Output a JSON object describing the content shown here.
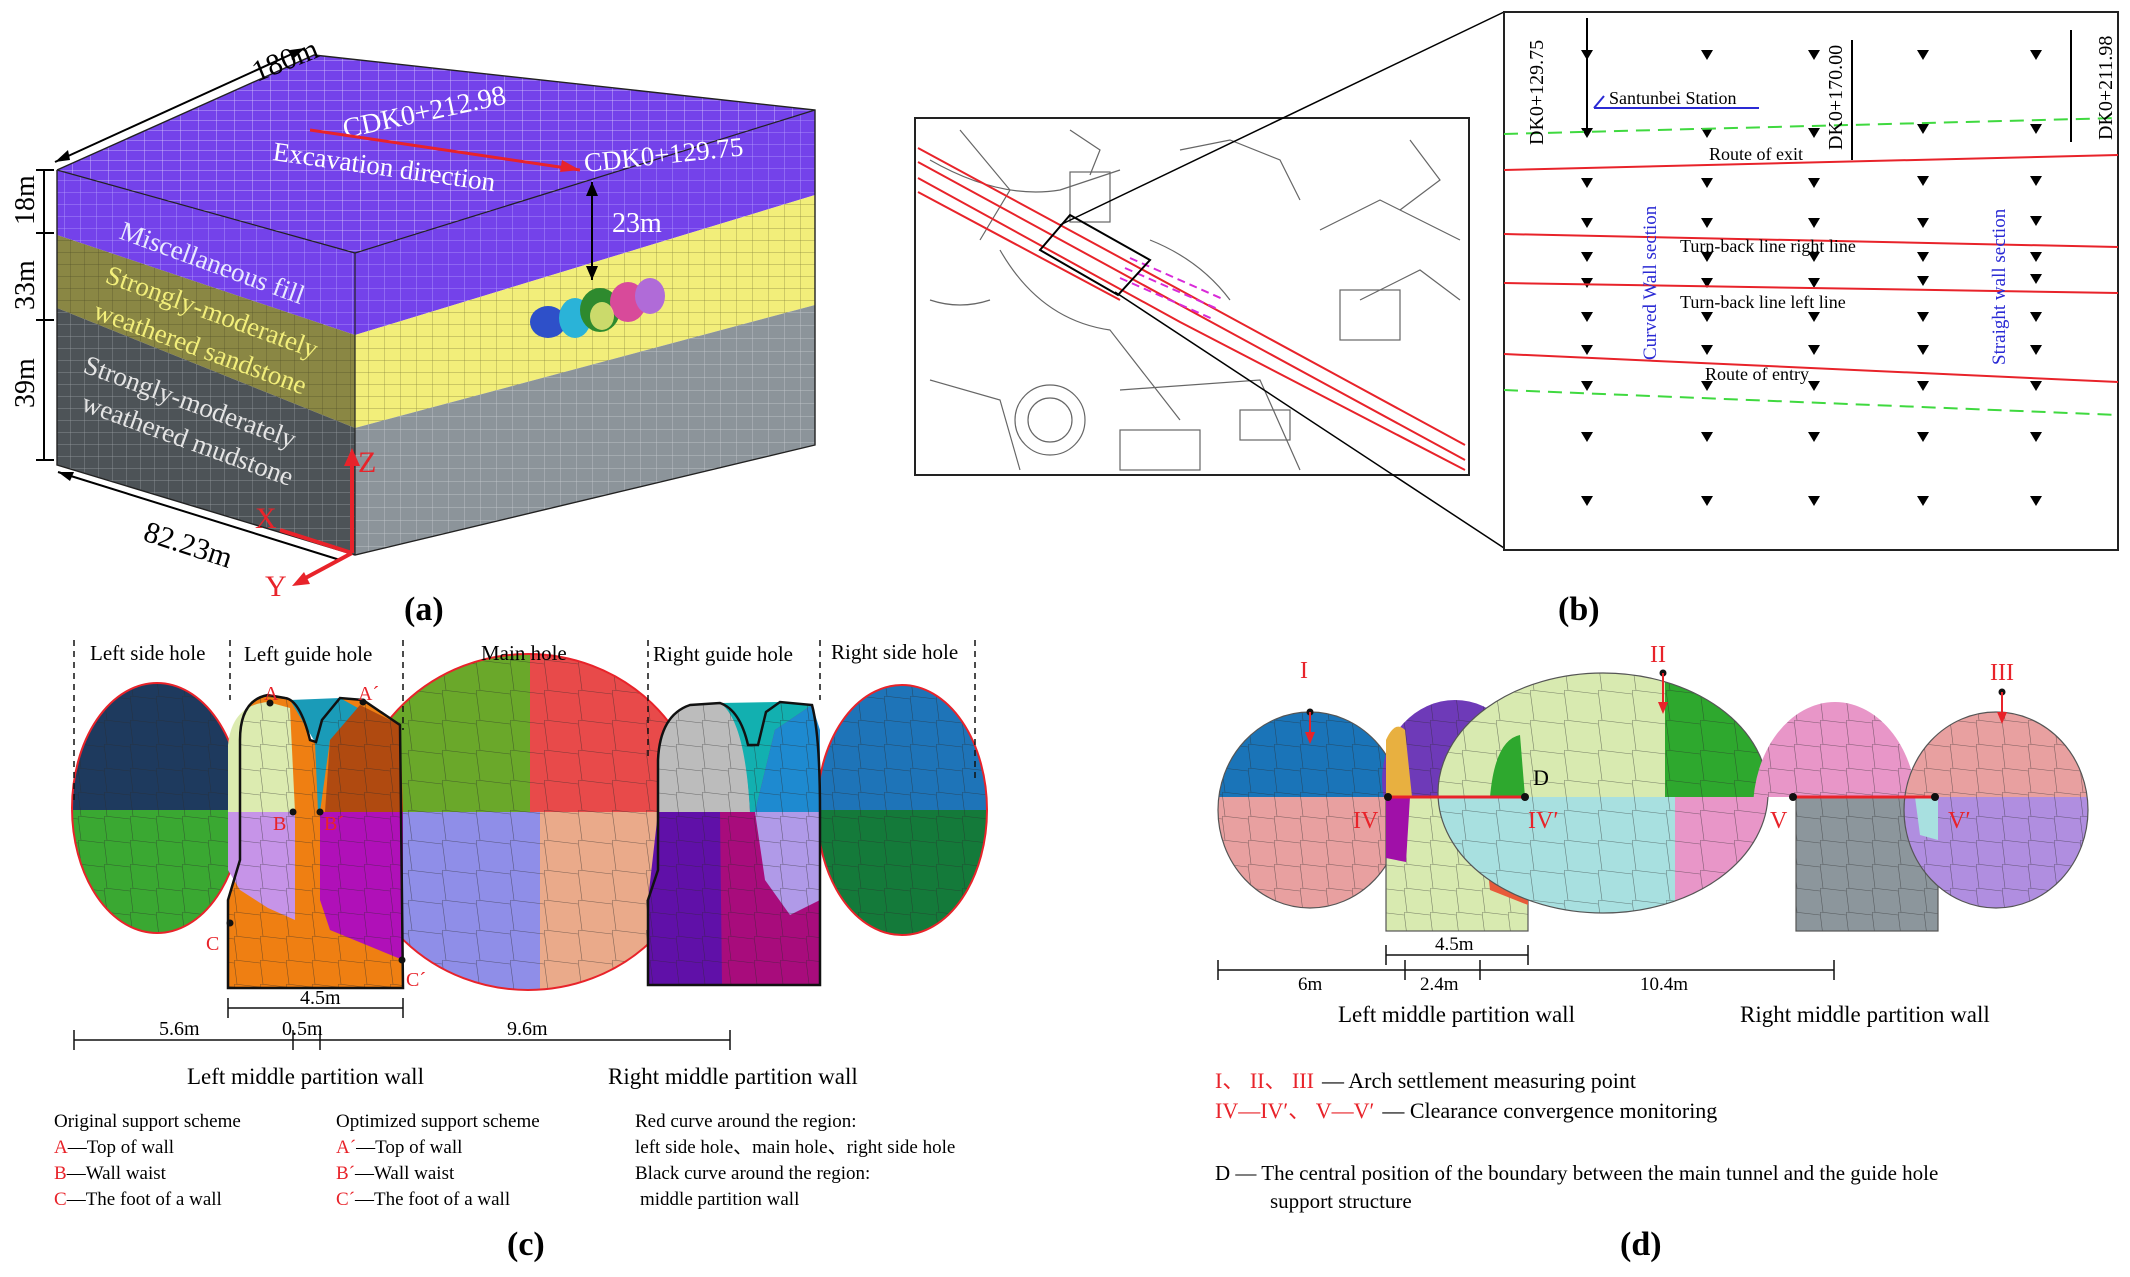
{
  "panel_a": {
    "caption": "(a)",
    "dims": {
      "length": "180m",
      "width": "82.23m",
      "h1": "18m",
      "h2": "33m",
      "h3": "39m",
      "depth": "23m"
    },
    "labels": {
      "cdk_end": "CDK0+212.98",
      "cdk_start": "CDK0+129.75",
      "excavation": "Excavation direction"
    },
    "layers": {
      "fill": "Miscellaneous fill",
      "sand1": "Strongly-moderately",
      "sand2": "weathered sandstone",
      "mud1": "Strongly-moderately",
      "mud2": "weathered mudstone"
    },
    "axes": {
      "x": "X",
      "y": "Y",
      "z": "Z"
    }
  },
  "panel_b": {
    "caption": "(b)",
    "markers": {
      "m1": "DK0+129.75",
      "m2": "DK0+170.00",
      "m3": "DK0+211.98"
    },
    "station": "Santunbei Station",
    "routes": {
      "exit": "Route of exit",
      "right": "Turn-back line right line",
      "left": "Turn-back line left line",
      "entry": "Route of entry"
    },
    "sections": {
      "curved": "Curved Wall section",
      "straight": "Straight wall section"
    }
  },
  "panel_c": {
    "caption": "(c)",
    "holes": {
      "left_side": "Left side hole",
      "left_guide": "Left guide hole",
      "main": "Main hole",
      "right_guide": "Right guide hole",
      "right_side": "Right side hole"
    },
    "points": {
      "a": "A",
      "a2": "A´",
      "b": "B",
      "b2": "B´",
      "c": "C",
      "c2": "C´"
    },
    "dims": {
      "d1": "5.6m",
      "d2": "0.5m",
      "d3": "4.5m",
      "d4": "9.6m"
    },
    "walls": {
      "left": "Left middle partition wall",
      "right": "Right middle partition wall"
    },
    "legend": {
      "orig_title": "Original support scheme",
      "orig_a_key": "A",
      "orig_a": "—Top of wall",
      "orig_b_key": "B",
      "orig_b": "—Wall waist",
      "orig_c_key": "C",
      "orig_c": "—The foot of a wall",
      "opt_title": "Optimized support scheme",
      "opt_a_key": "A´",
      "opt_a": "—Top of wall",
      "opt_b_key": "B´",
      "opt_b": "—Wall waist",
      "opt_c_key": "C´",
      "opt_c": "—The foot of a wall",
      "red1": "Red curve around the region:",
      "red2": "left side hole、main hole、right side hole",
      "black1": "Black curve around the region:",
      "black2": "middle partition wall"
    }
  },
  "panel_d": {
    "caption": "(d)",
    "points": {
      "p1": "I",
      "p2": "II",
      "p3": "III",
      "p4": "IV",
      "p4b": "IV′",
      "p5": "V",
      "p5b": "V′",
      "d": "D"
    },
    "dims": {
      "d1": "6m",
      "d2": "2.4m",
      "d3": "4.5m",
      "d4": "10.4m"
    },
    "walls": {
      "left": "Left middle partition wall",
      "right": "Right middle partition wall"
    },
    "legend": {
      "l1_key": "I、 II、 III",
      "l1": "— Arch settlement measuring point",
      "l2_key": "IV—IV′、 V—V′",
      "l2": "— Clearance convergence monitoring",
      "l3a": "D — The central position of the boundary between the main tunnel and the guide hole",
      "l3b": "support structure"
    }
  },
  "colors": {
    "purple": "#7b3ff2",
    "yellow": "#f2ef7a",
    "gray": "#8c9398",
    "red": "#e8232a",
    "green_dash": "#3fd93f",
    "blue_text": "#2a2ad4"
  }
}
